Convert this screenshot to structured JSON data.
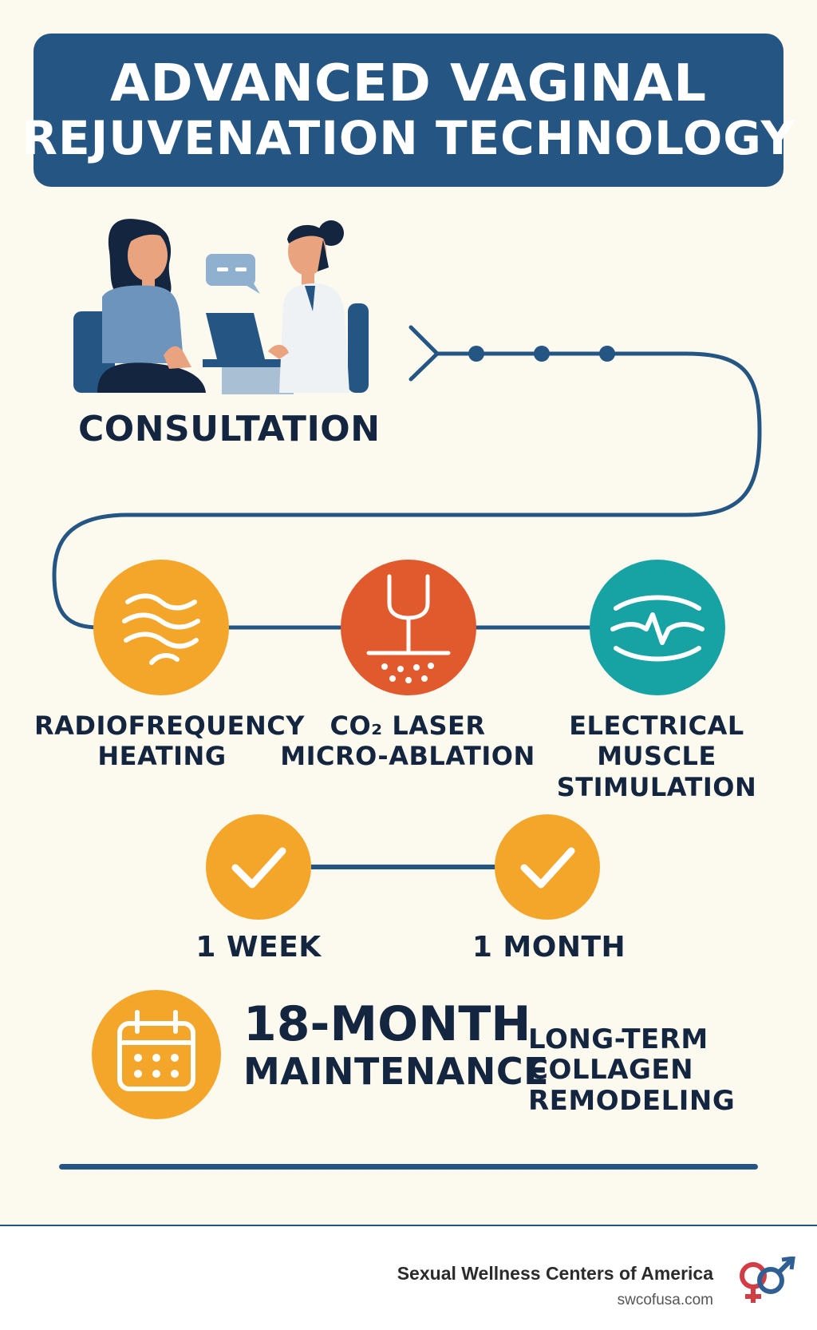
{
  "title": {
    "line1": "ADVANCED VAGINAL",
    "line2": "REJUVENATION TECHNOLOGY"
  },
  "consultation": {
    "label": "CONSULTATION",
    "icon": "doctor-patient-consultation-illustration"
  },
  "treatments": [
    {
      "line1": "RADIOFREQUENCY",
      "line2": "HEATING",
      "line3": "",
      "icon": "heat-waves-icon",
      "color": "#f4a62a"
    },
    {
      "line1": "CO₂ LASER",
      "line2": "MICRO-ABLATION",
      "line3": "",
      "icon": "laser-icon",
      "color": "#e05a2d"
    },
    {
      "line1": "ELECTRICAL",
      "line2": "MUSCLE",
      "line3": "STIMULATION",
      "icon": "muscle-signal-icon",
      "color": "#17a2a4"
    }
  ],
  "milestones": [
    {
      "label": "1 WEEK",
      "icon": "checkmark-icon"
    },
    {
      "label": "1 MONTH",
      "icon": "checkmark-icon"
    }
  ],
  "maintenance": {
    "title_line1": "18-MONTH",
    "title_line2": "MAINTENANCE",
    "desc_line1": "LONG-TERM",
    "desc_line2": "COLLAGEN",
    "desc_line3": "REMODELING",
    "icon": "calendar-icon"
  },
  "footer": {
    "org_name": "Sexual Wellness Centers of America",
    "url": "swcofusa.com",
    "logo_icon": "gender-symbols-logo"
  },
  "colors": {
    "navy": "#255683",
    "dark_text": "#13253f",
    "orange": "#f4a62a",
    "red": "#e05a2d",
    "teal": "#17a2a4",
    "background": "#fcf9ef"
  }
}
